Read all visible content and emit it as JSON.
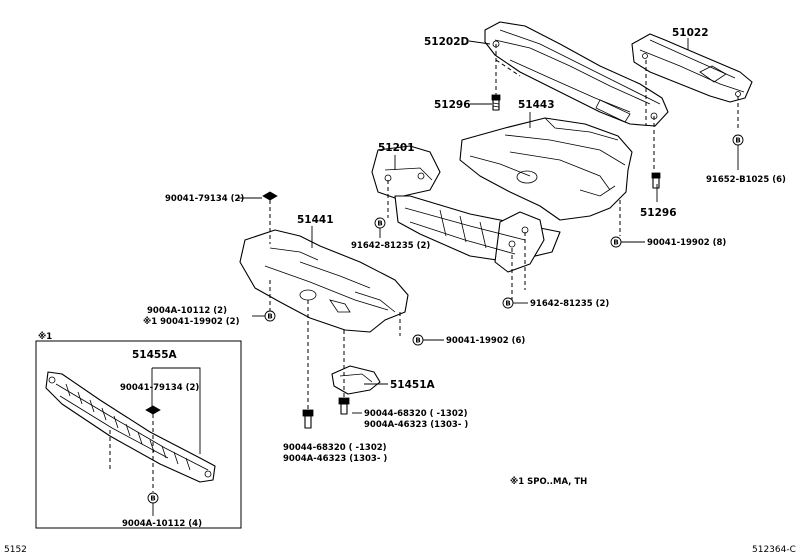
{
  "diagram": {
    "labels": {
      "p51202D": "51202D",
      "p51022": "51022",
      "p51296a": "51296",
      "p51443": "51443",
      "p51201": "51201",
      "p91652": "91652-B1025 (6)",
      "p51296b": "51296",
      "p90041_79134_top": "90041-79134 (2)",
      "p51441": "51441",
      "p91642_81235_a": "91642-81235 (2)",
      "p90041_19902_8": "90041-19902 (8)",
      "p91642_81235_b": "91642-81235 (2)",
      "p9004A_10112_2": "9004A-10112 (2)",
      "p90041_19902_2": "※1 90041-19902 (2)",
      "p90041_19902_6": "90041-19902 (6)",
      "p51455A": "51455A",
      "p90041_79134_inset": "90041-79134 (2)",
      "p51451A": "51451A",
      "p90044_68320_a": "90044-68320 (      -1302)",
      "p9004A_46323_a": "9004A-46323 (1303-      )",
      "p90044_68320_b": "90044-68320 (      -1302)",
      "p9004A_46323_b": "9004A-46323 (1303-      )",
      "p9004A_10112_4": "9004A-10112 (4)",
      "note": "※1 SPO..MA, TH",
      "inset_marker": "※1",
      "corner_left": "5152",
      "corner_right": "512364-C",
      "ref_letter": "B"
    }
  }
}
